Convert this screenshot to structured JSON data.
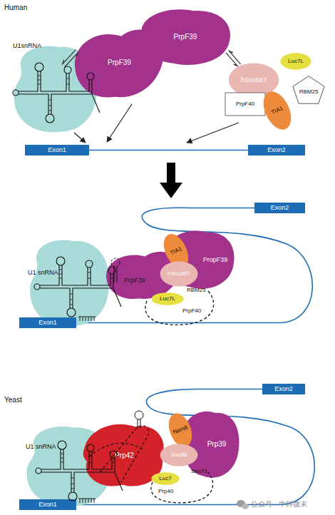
{
  "diagram": {
    "nodes": [
      {
        "text": [
          "U1snRNA"
        ]
      },
      {
        "text": [
          "PrpF39"
        ]
      },
      {
        "text": [
          "PrpF39"
        ]
      },
      {
        "text": [
          "hSnu56?"
        ]
      },
      {
        "text": [
          "Luc7L"
        ]
      },
      {
        "text": [
          "PrpF40"
        ]
      },
      {
        "text": [
          "TIA1"
        ]
      },
      {
        "text": [
          "RBM25"
        ]
      },
      {
        "text": [
          "Exon1"
        ]
      },
      {
        "text": [
          "Exon2"
        ]
      },
      {
        "text": [
          "U1 snRNA"
        ]
      },
      {
        "text": [
          "PrpF39"
        ]
      },
      {
        "text": [
          "PropF39"
        ]
      },
      {
        "text": [
          "TIA1"
        ]
      },
      {
        "text": [
          "hSnu56?"
        ]
      },
      {
        "text": [
          "Luc7L"
        ]
      },
      {
        "text": [
          "Exon1"
        ]
      },
      {
        "text": [
          "Exon2"
        ]
      },
      {
        "text": [
          "U1 snRNA"
        ]
      },
      {
        "text": [
          "Prp42"
        ]
      },
      {
        "text": [
          "Prp39"
        ]
      },
      {
        "text": [
          "Nam8"
        ]
      },
      {
        "text": [
          "Snu56"
        ]
      },
      {
        "text": [
          "Luc7"
        ]
      },
      {
        "text": [
          "Exon1"
        ]
      },
      {
        "text": [
          "Exon2"
        ]
      }
    ],
    "edges": [
      {
        "from": 0,
        "to": 1,
        "arrow": "both"
      },
      {
        "from": 2,
        "to": 3,
        "arrow": "both"
      },
      {
        "from": 8,
        "to": 9,
        "arrow": "none"
      },
      {
        "from": 16,
        "to": 17,
        "arrow": "none"
      },
      {
        "from": 24,
        "to": 25,
        "arrow": "none"
      }
    ],
    "labels": [
      "Human",
      "RBM25",
      "PrpF40",
      "Yeast",
      "Snu71",
      "Prp40",
      "公众号 · 中科微末"
    ]
  }
}
